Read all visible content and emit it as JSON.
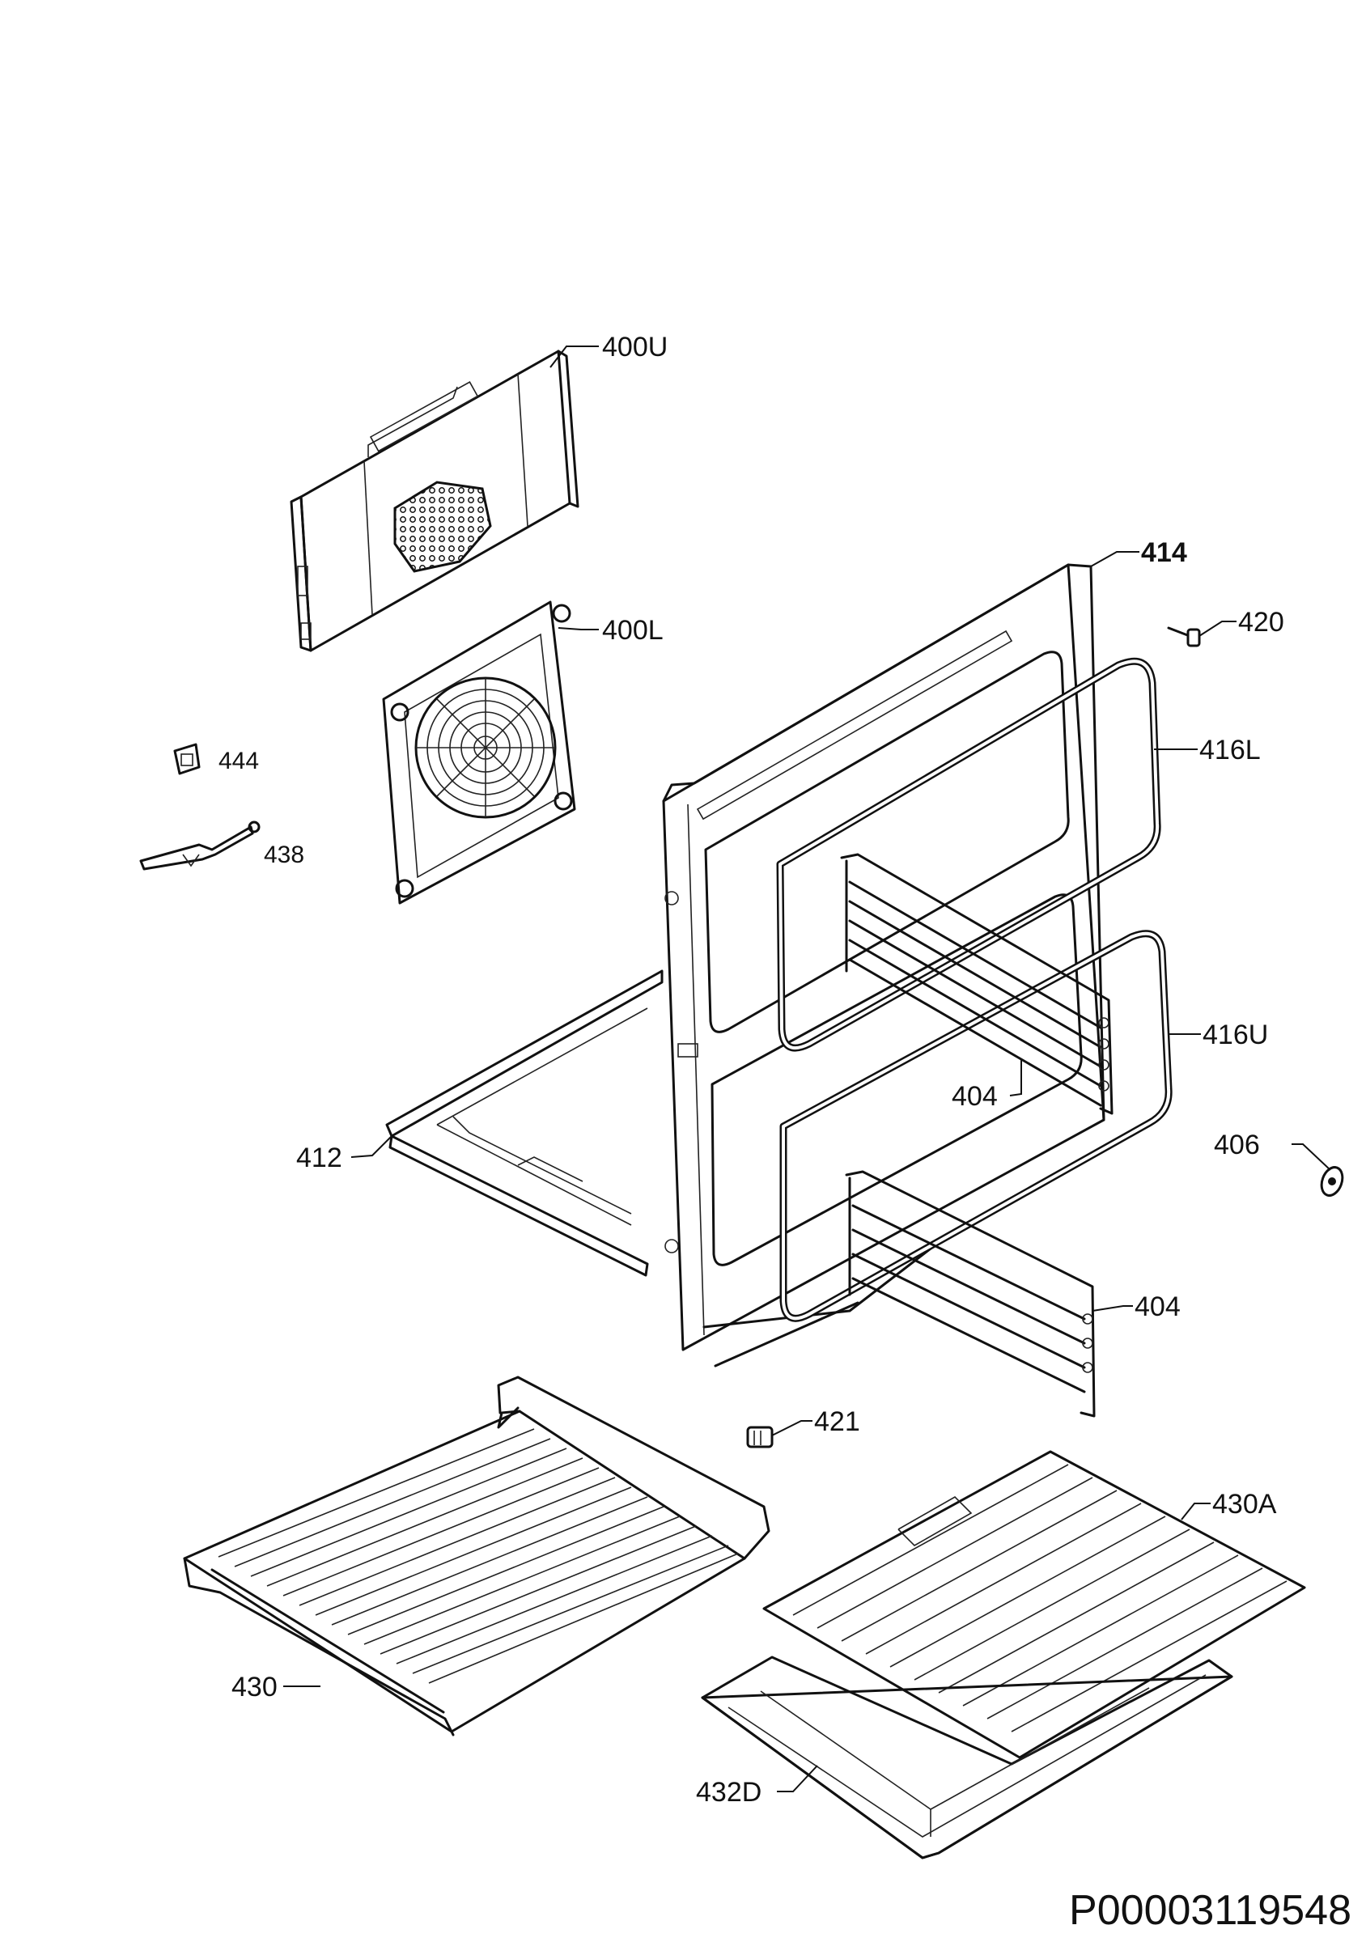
{
  "diagram": {
    "labels": {
      "l400U": "400U",
      "l400L": "400L",
      "l414": "414",
      "l420": "420",
      "l416L": "416L",
      "l444": "444",
      "l438": "438",
      "l416U": "416U",
      "l404a": "404",
      "l406": "406",
      "l412": "412",
      "l404b": "404",
      "l421": "421",
      "l430A": "430A",
      "l430": "430",
      "l432D": "432D"
    },
    "document_code": "P00003119548"
  }
}
